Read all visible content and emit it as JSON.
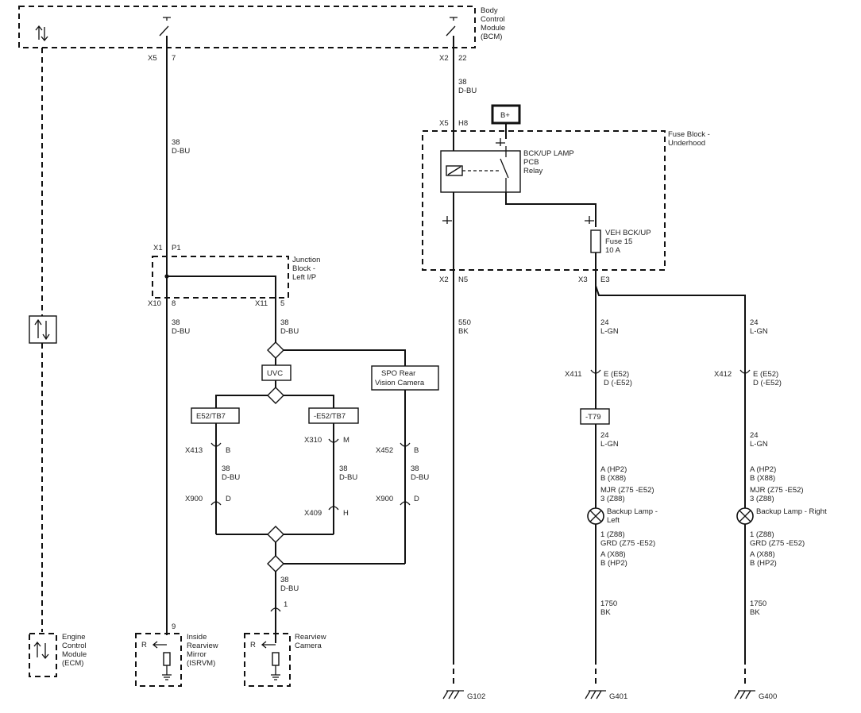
{
  "modules": {
    "bcm": [
      "Body",
      "Control",
      "Module",
      "(BCM)"
    ],
    "ecm": [
      "Engine",
      "Control",
      "Module",
      "(ECM)"
    ],
    "fuse_block": [
      "Fuse Block -",
      "Underhood"
    ],
    "junction_block": [
      "Junction",
      "Block -",
      "Left I/P"
    ],
    "isrvm": [
      "Inside",
      "Rearview",
      "Mirror",
      "(ISRVM)"
    ],
    "camera": [
      "Rearview",
      "Camera"
    ]
  },
  "relay": [
    "BCK/UP LAMP",
    "PCB",
    "Relay"
  ],
  "fuse": [
    "VEH BCK/UP",
    "Fuse 15",
    "10 A"
  ],
  "battery_label": "B+",
  "option_boxes": {
    "uvc": "UVC",
    "spo": [
      "SPO Rear",
      "Vision Camera"
    ],
    "e52": "E52/TB7",
    "ne52": "-E52/TB7",
    "t79": "-T79"
  },
  "connectors": {
    "x5": "X5",
    "p7": "7",
    "x2a": "X2",
    "p22": "22",
    "x5b": "X5",
    "ph8": "H8",
    "x1": "X1",
    "pp1": "P1",
    "x10": "X10",
    "p8": "8",
    "x11": "X11",
    "p5": "5",
    "x2b": "X2",
    "pn5": "N5",
    "x3": "X3",
    "pe3": "E3",
    "x413": "X413",
    "pb413": "B",
    "x310": "X310",
    "pm310": "M",
    "x452": "X452",
    "pb452": "B",
    "x900a": "X900",
    "pd900a": "D",
    "x409": "X409",
    "ph409": "H",
    "x900b": "X900",
    "pd900b": "D",
    "x411": "X411",
    "x412": "X412",
    "p1cam": "1",
    "p9": "9",
    "r_isrvm": "R",
    "r_cam": "R"
  },
  "pin_e_e52": "E (E52)",
  "pin_d_ne52": "D (-E52)",
  "wires": {
    "circuit_38": "38",
    "color_dbu": "D-BU",
    "circuit_550": "550",
    "color_bk": "BK",
    "circuit_24": "24",
    "color_lgn": "L-GN",
    "circuit_1750": "1750"
  },
  "lamp_pins_top": [
    "A (HP2)",
    "B (X88)",
    "MJR (Z75 -E52)",
    "3 (Z88)"
  ],
  "lamp_pins_bottom": [
    "1 (Z88)",
    "GRD (Z75 -E52)",
    "A (X88)",
    "B (HP2)"
  ],
  "lamp_left": [
    "Backup Lamp -",
    "Left"
  ],
  "lamp_right": "Backup Lamp - Right",
  "grounds": {
    "g102": "G102",
    "g401": "G401",
    "g400": "G400"
  }
}
